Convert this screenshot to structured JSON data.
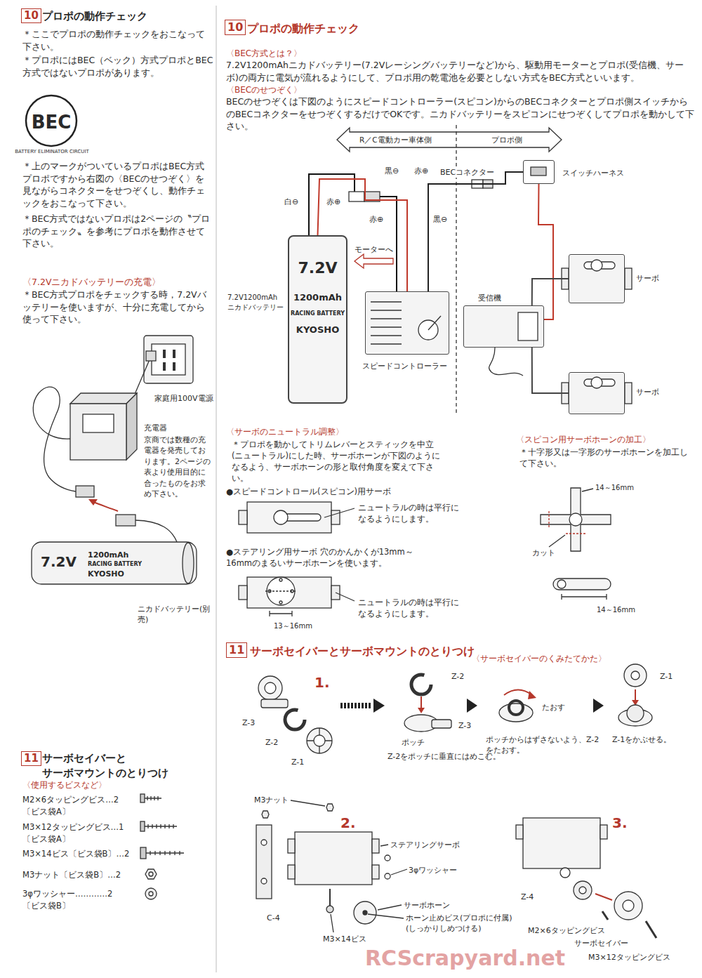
{
  "diagram": {
    "nodes": [
      {
        "text": [
          "7.2V1200mAh ニカドバッテリー",
          "7.2V",
          "1200mAh",
          "RACING BATTERY",
          "KYOSHO"
        ]
      },
      {
        "text": [
          "スピードコントローラー"
        ]
      },
      {
        "text": [
          "スイッチハーネス"
        ]
      },
      {
        "text": [
          "受信機"
        ]
      },
      {
        "text": [
          "サーボ"
        ]
      },
      {
        "text": [
          "サーボ"
        ]
      }
    ],
    "edges": [
      {
        "from": 0,
        "to": 1,
        "arrow": "none"
      },
      {
        "from": 1,
        "to": 2,
        "label": "BECコネクター",
        "arrow": "none"
      },
      {
        "from": 2,
        "to": 3,
        "arrow": "none"
      },
      {
        "from": 3,
        "to": 4,
        "arrow": "none"
      },
      {
        "from": 3,
        "to": 5,
        "arrow": "none"
      }
    ],
    "labels": [
      "10",
      "プロポの動作チェック",
      "＊ここでプロポの動作チェックをおこなって下さい。",
      "＊プロポにはBEC（ベック）方式プロポとBEC方式ではないプロポがあります。",
      "BEC",
      "BATTERY ELIMINATOR CIRCUIT",
      "＊上のマークがついているプロポはBEC方式プロポですから右図の〈BECのせつぞく〉を見ながらコネクターをせつぞくし、動作チェックをおこなって下さい。",
      "＊BEC方式ではないプロポは2ページの〝プロポのチェック〟を参考にプロポを動作させて下さい。",
      "〈7.2Vニカドバッテリーの充電〉",
      "＊BEC方式プロポをチェックする時，7.2Vバッテリーを使いますが、十分に充電してから使って下さい。",
      "家庭用100V電源",
      "充電器",
      "京商では数種の充電器を発売しております。2ページの表より使用目的に合ったものをお求め下さい。",
      "7.2V",
      "1200mAh",
      "RACING BATTERY",
      "KYOSHO",
      "ニカドバッテリー(別売)",
      "11",
      "サーボセイバーと サーボマウントのとりつけ",
      "〈使用するビスなど〉",
      "M2×6タッピングビス…2",
      "〔ビス袋A〕",
      "M3×12タッピングビス…1",
      "〔ビス袋A〕",
      "M3×14ビス〔ビス袋B〕…2",
      "M3ナット〔ビス袋B〕…2",
      "3φワッシャー…………2",
      "〔ビス袋B〕",
      "10",
      "プロポの動作チェック",
      "〈BEC方式とは？〉",
      "7.2V1200mAhニカドバッテリー(7.2Vレーシングバッテリーなど)から、駆動用モーターとプロポ(受信機、サーボ)の両方に電気が流れるようにして、プロポ用の乾電池を必要としない方式をBEC方式といいます。",
      "〈BECのせつぞく〉",
      "BECのせつぞくは下図のようにスピードコントローラー(スピコン)からのBECコネクターとプロポ側スイッチからのBECコネクターをせつぞくするだけでOKです。ニカドバッテリーをスピコンにせつぞくしてプロポを動かして下さい。",
      "R／C電動カー車体側",
      "プロポ側",
      "黒⊖",
      "赤⊕",
      "白⊖",
      "赤⊕",
      "赤⊕",
      "黒⊖",
      "モーターへ",
      "〈サーボのニュートラル調整〉",
      "＊プロポを動かしてトリムレバーとスティックを中立(ニュートラル)にした時、サーボホーンが下図のようになるよう、サーボホーンの形と取付角度を変えて下さい。",
      "●スピードコントロール(スピコン)用サーボ",
      "ニュートラルの時は平行になるようにします。",
      "●ステアリング用サーボ 穴のかんかくが13mm～16mmのまるいサーボホーンを使います。",
      "ニュートラルの時は平行になるようにします。",
      "13～16mm",
      "〈スピコン用サーボホーンの加工〉",
      "＊十字形又は一字形のサーボホーンを加工して下さい。",
      "14～16mm",
      "カット",
      "14～16mm",
      "11",
      "サーボセイバーとサーボマウントのとりつけ",
      "〈サーボセイバーのくみたてかた〉",
      "1.",
      "Z-3",
      "Z-2",
      "Z-1",
      "Z-2",
      "Z-3",
      "ポッチ",
      "Z-2をポッチに垂直にはめこむ。",
      "たおす",
      "ポッチからはずさないよう、Z-2をたおす。",
      "Z-1",
      "Z-1をかぶせる。",
      "2.",
      "M3ナット",
      "ステアリングサーボ",
      "3φワッシャー",
      "C-4",
      "サーボホーン",
      "ホーン止めビス(プロポに付属)(しっかりしめつける)",
      "M3×14ビス",
      "3.",
      "Z-4",
      "M2×6タッピングビス",
      "サーボセイバー",
      "M3×12タッピングビス",
      "RCScrapyard.net"
    ]
  }
}
